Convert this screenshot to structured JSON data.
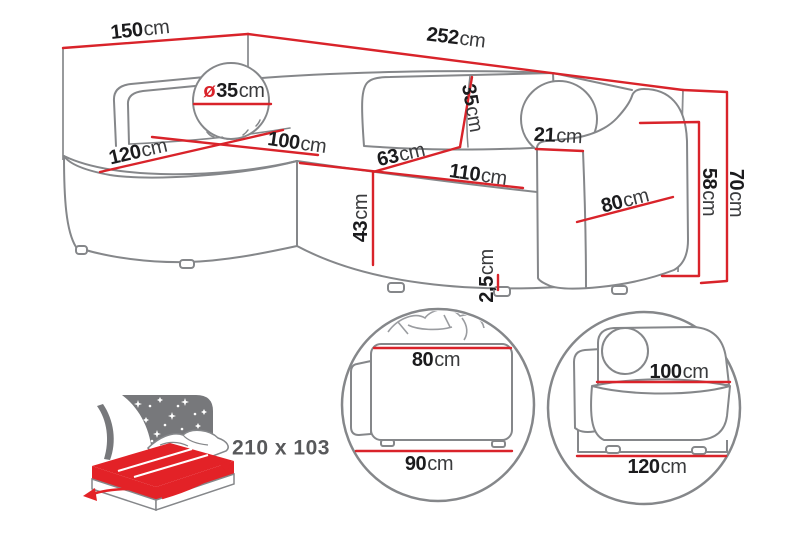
{
  "diagram": {
    "type": "corner-sofa-dimension-drawing",
    "unit": "cm",
    "colors": {
      "dimension_line_red": "#d9232a",
      "outline_gray": "#85878a",
      "digit_text": "#1b1b1d",
      "unit_text": "#3a3b3d",
      "icon_gray": "#77787b",
      "size_text_gray": "#58595b"
    },
    "dims": {
      "d150": {
        "value": "150",
        "unit": "cm"
      },
      "d252": {
        "value": "252",
        "unit": "cm"
      },
      "d35diam": {
        "prefix": "ø",
        "value": "35",
        "unit": "cm"
      },
      "d35": {
        "value": "35",
        "unit": "cm"
      },
      "d21": {
        "value": "21",
        "unit": "cm"
      },
      "d120": {
        "value": "120",
        "unit": "cm"
      },
      "d100": {
        "value": "100",
        "unit": "cm"
      },
      "d63": {
        "value": "63",
        "unit": "cm"
      },
      "d110": {
        "value": "110",
        "unit": "cm"
      },
      "d43": {
        "value": "43",
        "unit": "cm"
      },
      "d25": {
        "value": "2,5",
        "unit": "cm"
      },
      "d80": {
        "value": "80",
        "unit": "cm"
      },
      "d58": {
        "value": "58",
        "unit": "cm"
      },
      "d70": {
        "value": "70",
        "unit": "cm"
      }
    },
    "sleeping_area": {
      "icon": "bed-sleeping-function-icon",
      "size": "210 x 103"
    },
    "detail_back_module": {
      "top": {
        "value": "80",
        "unit": "cm"
      },
      "bottom": {
        "value": "90",
        "unit": "cm"
      }
    },
    "detail_chaise_module": {
      "top": {
        "value": "100",
        "unit": "cm"
      },
      "bottom": {
        "value": "120",
        "unit": "cm"
      }
    }
  }
}
